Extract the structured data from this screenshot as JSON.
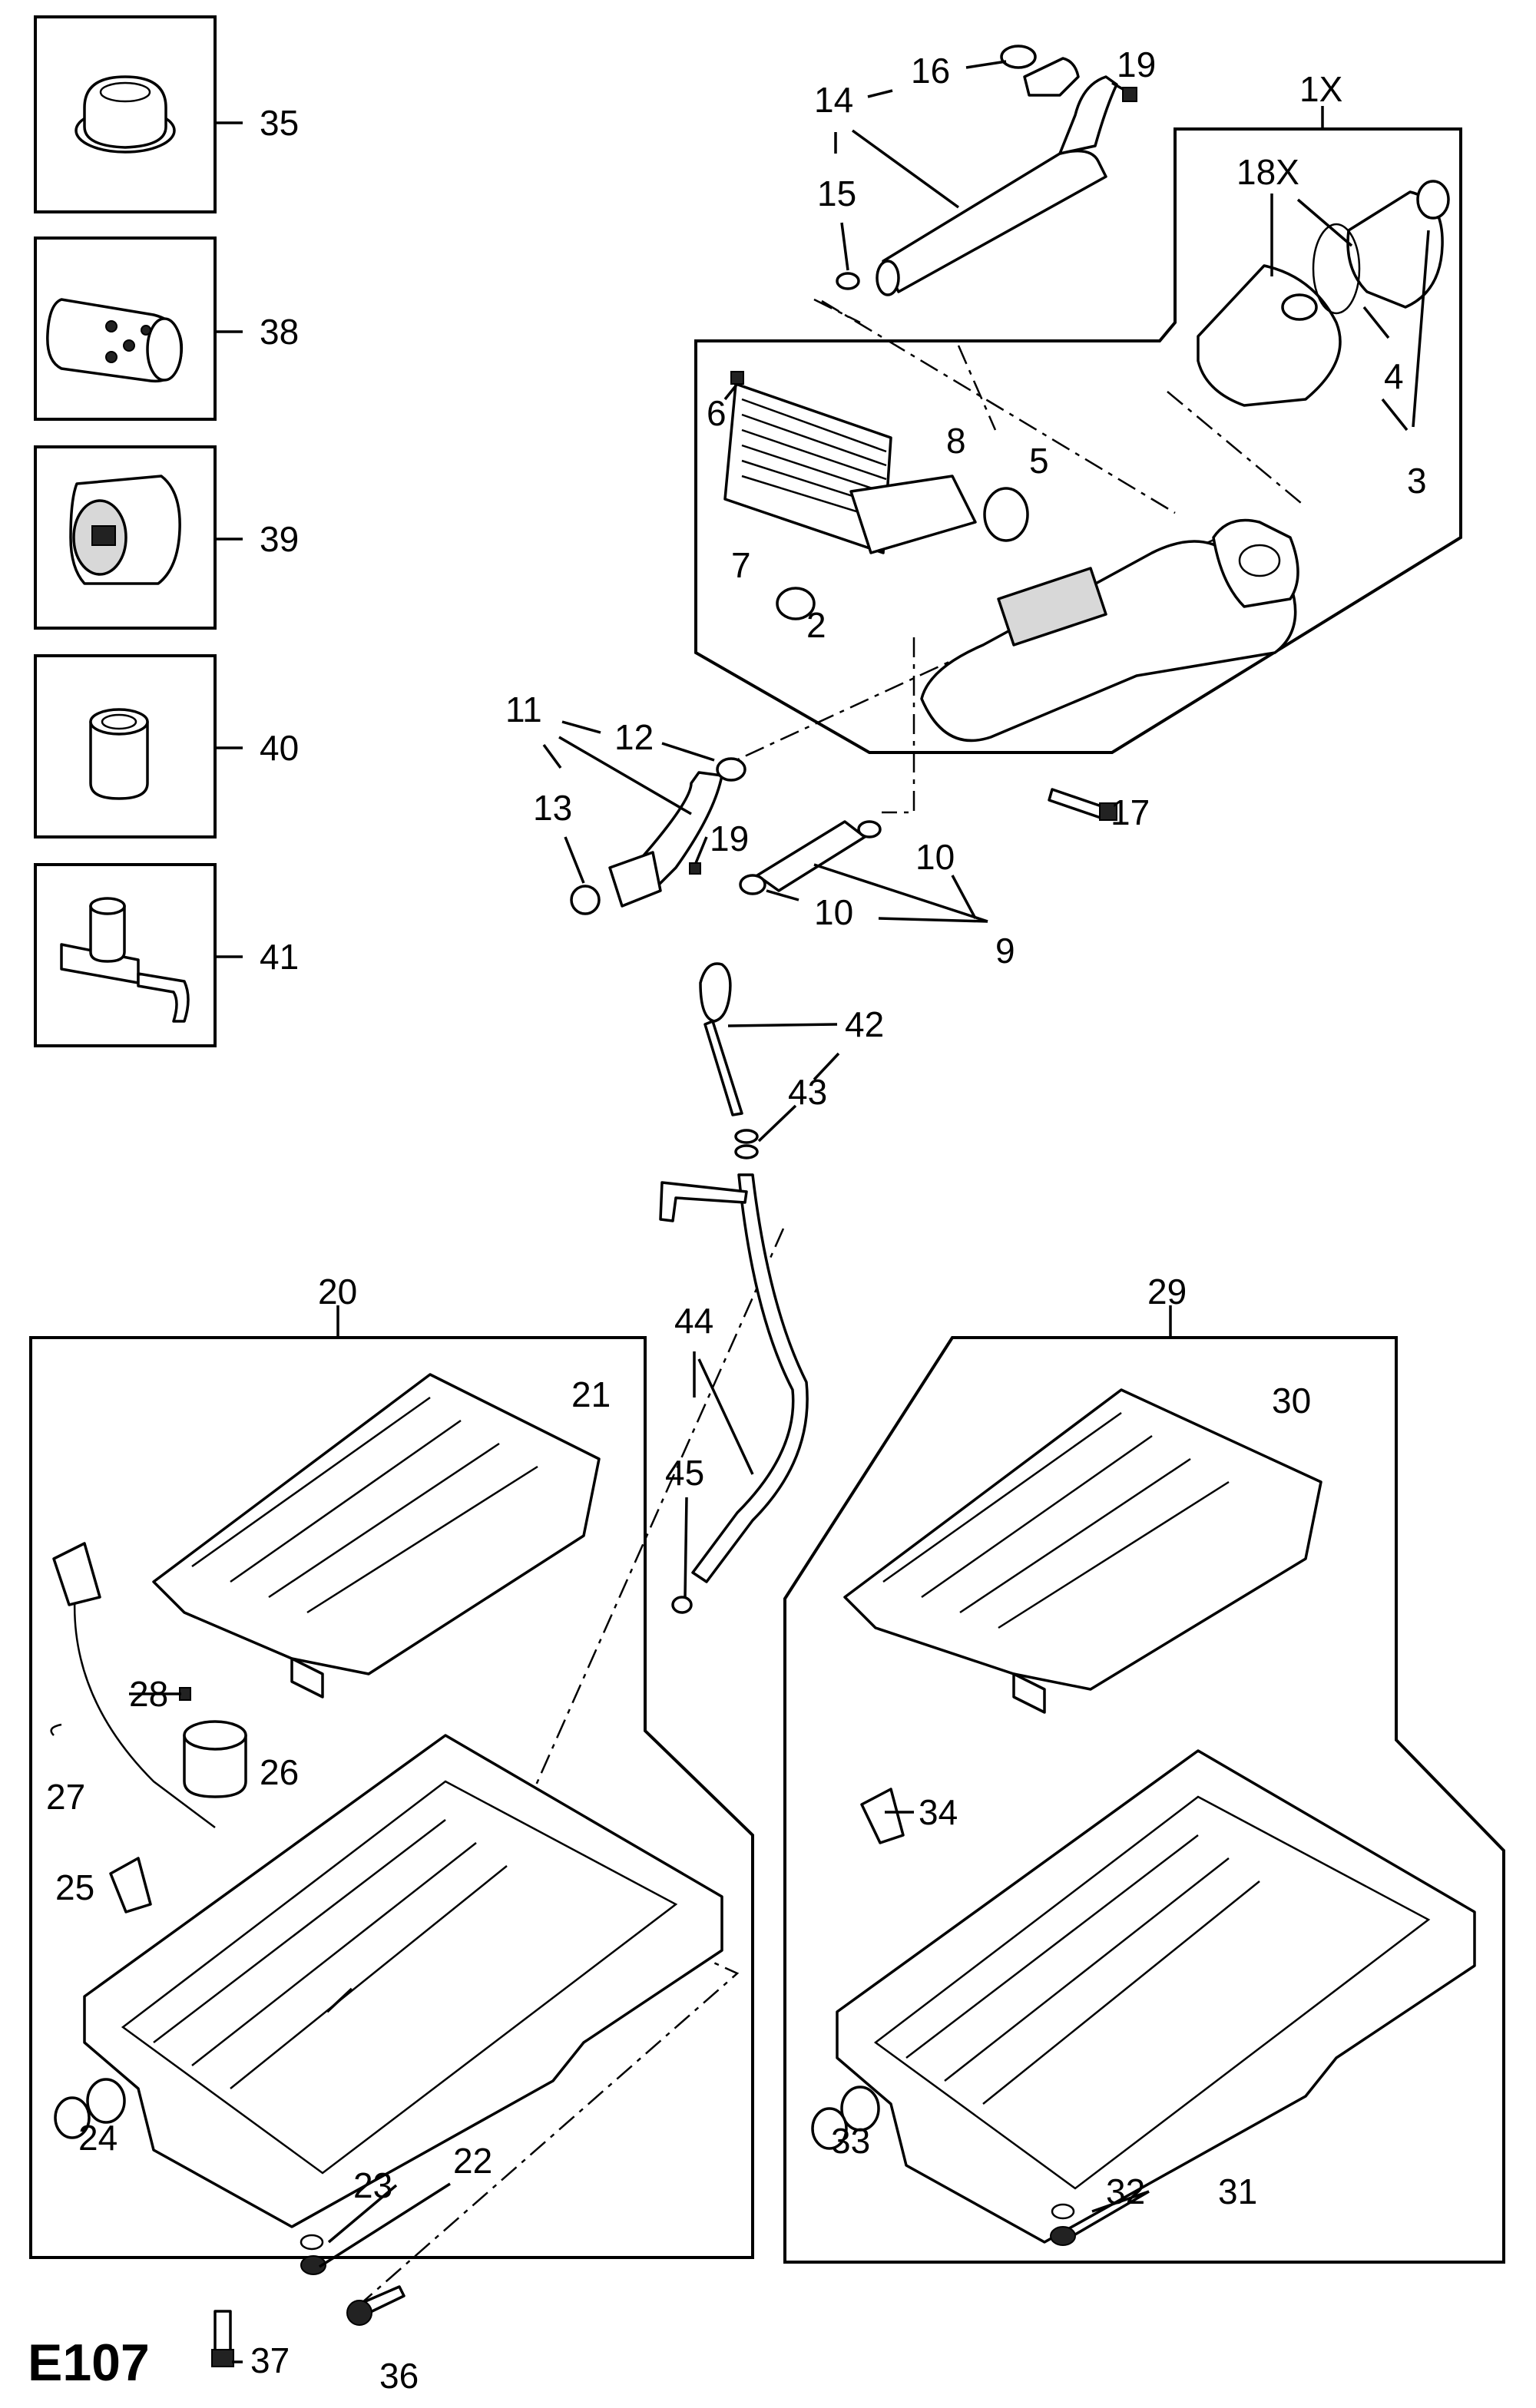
{
  "diagram_code": "E107",
  "callouts": {
    "c1X": "1X",
    "c2": "2",
    "c3": "3",
    "c4": "4",
    "c5": "5",
    "c6": "6",
    "c7": "7",
    "c8": "8",
    "c9": "9",
    "c10a": "10",
    "c10b": "10",
    "c11": "11",
    "c12": "12",
    "c13": "13",
    "c14": "14",
    "c15": "15",
    "c16": "16",
    "c17": "17",
    "c18X": "18X",
    "c19a": "19",
    "c19b": "19",
    "c20": "20",
    "c21": "21",
    "c22": "22",
    "c23": "23",
    "c24": "24",
    "c25": "25",
    "c26": "26",
    "c27": "27",
    "c28": "28",
    "c29": "29",
    "c30": "30",
    "c31": "31",
    "c32": "32",
    "c33": "33",
    "c34": "34",
    "c35": "35",
    "c36": "36",
    "c37": "37",
    "c38": "38",
    "c39": "39",
    "c40": "40",
    "c41": "41",
    "c42": "42",
    "c43": "43",
    "c44": "44",
    "c45": "45"
  }
}
